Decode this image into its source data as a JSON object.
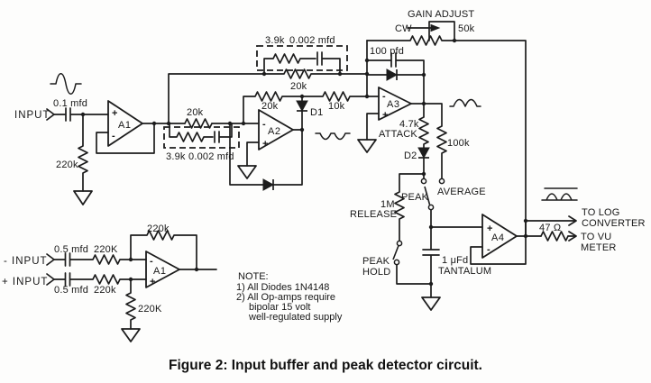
{
  "caption": "Figure 2: Input buffer and peak detector circuit.",
  "signs": {
    "plus": "+",
    "minus": "-"
  },
  "gain_adjust": {
    "title": "GAIN ADJUST",
    "cw": "CW",
    "value": "50k"
  },
  "input_buffer": {
    "input": "INPUT",
    "coupling_cap": "0.1 mfd",
    "bias_res": "220k",
    "opamp": "A1"
  },
  "rectifier": {
    "top_fb_res": "3.9k",
    "top_fb_cap": "0.002 mfd",
    "top_res": "20k",
    "a2_in_res": "20k",
    "bot_fb_res": "3.9k",
    "bot_fb_cap": "0.002 mfd",
    "opamp": "A2",
    "sum_res1": "20k",
    "d1": "D1",
    "sum_res2": "10k",
    "opamp3": "A3",
    "fb_cap": "100 pfd"
  },
  "detector": {
    "attack_res": "4.7k",
    "attack_label": "ATTACK",
    "d2": "D2",
    "average_res": "100k",
    "peak_label": "PEAK",
    "average_label": "AVERAGE",
    "release_res": "1M",
    "release_label": "RELEASE",
    "peak_hold_label1": "PEAK",
    "peak_hold_label2": "HOLD",
    "hold_cap": "1 μFd",
    "hold_cap_type": "TANTALUM",
    "opamp": "A4"
  },
  "outputs": {
    "log_line1": "TO LOG",
    "log_line2": "CONVERTER",
    "vu_res": "47 Ω",
    "vu_line1": "TO VU",
    "vu_line2": "METER"
  },
  "diff_input": {
    "minus_label": "- INPUT",
    "plus_label": "+ INPUT",
    "minus_cap": "0.5 mfd",
    "plus_cap": "0.5 mfd",
    "minus_res": "220K",
    "plus_res": "220k",
    "fb_res": "220k",
    "gnd_res": "220K",
    "opamp": "A1"
  },
  "note": {
    "title": "NOTE:",
    "line1": "1) All Diodes 1N4148",
    "line2": "2) All Op-amps require",
    "line3": "bipolar 15 volt",
    "line4": "well-regulated supply"
  }
}
